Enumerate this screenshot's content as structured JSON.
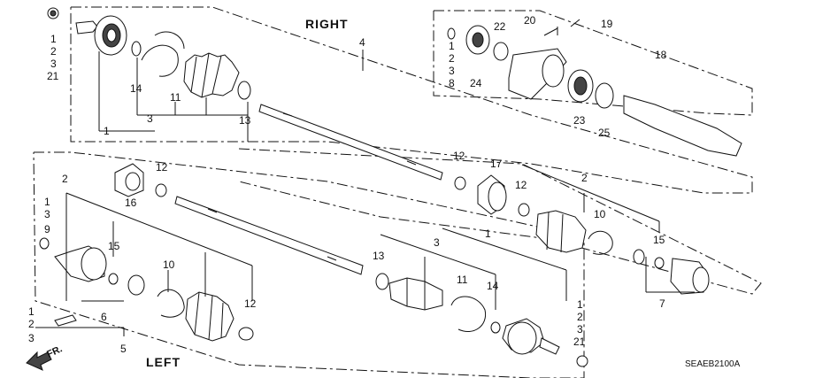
{
  "titles": {
    "right": "RIGHT",
    "left": "LEFT"
  },
  "diagram_code": "SEAEB2100A",
  "direction": {
    "label": "FR."
  },
  "callouts": {
    "r_stack_a": [
      "1",
      "2",
      "3",
      "21"
    ],
    "r_4": "4",
    "r_14": "14",
    "r_11": "11",
    "r_13": "13",
    "r_3": "3",
    "r_1": "1",
    "r_stack_b": [
      "1",
      "2",
      "3",
      "8"
    ],
    "r_22": "22",
    "r_24": "24",
    "r_20": "20",
    "r_19": "19",
    "r_18": "18",
    "r_23": "23",
    "r_25": "25",
    "m_12": "12",
    "m_17": "17",
    "l_12a": "12",
    "l_16": "16",
    "l_2": "2",
    "l_stack_c": [
      "1",
      "3",
      "9"
    ],
    "l_15": "15",
    "l_10": "10",
    "l_12b": "12",
    "l_6": "6",
    "l_stack_d": [
      "1",
      "2",
      "3"
    ],
    "l_5": "5",
    "l_3": "3",
    "l_13": "13",
    "l_1": "1",
    "l_11": "11",
    "l_14": "14",
    "l_stack_e": [
      "1",
      "2",
      "3",
      "21"
    ],
    "r2_2": "2",
    "r2_12": "12",
    "r2_10": "10",
    "r2_15": "15",
    "r2_7": "7"
  }
}
